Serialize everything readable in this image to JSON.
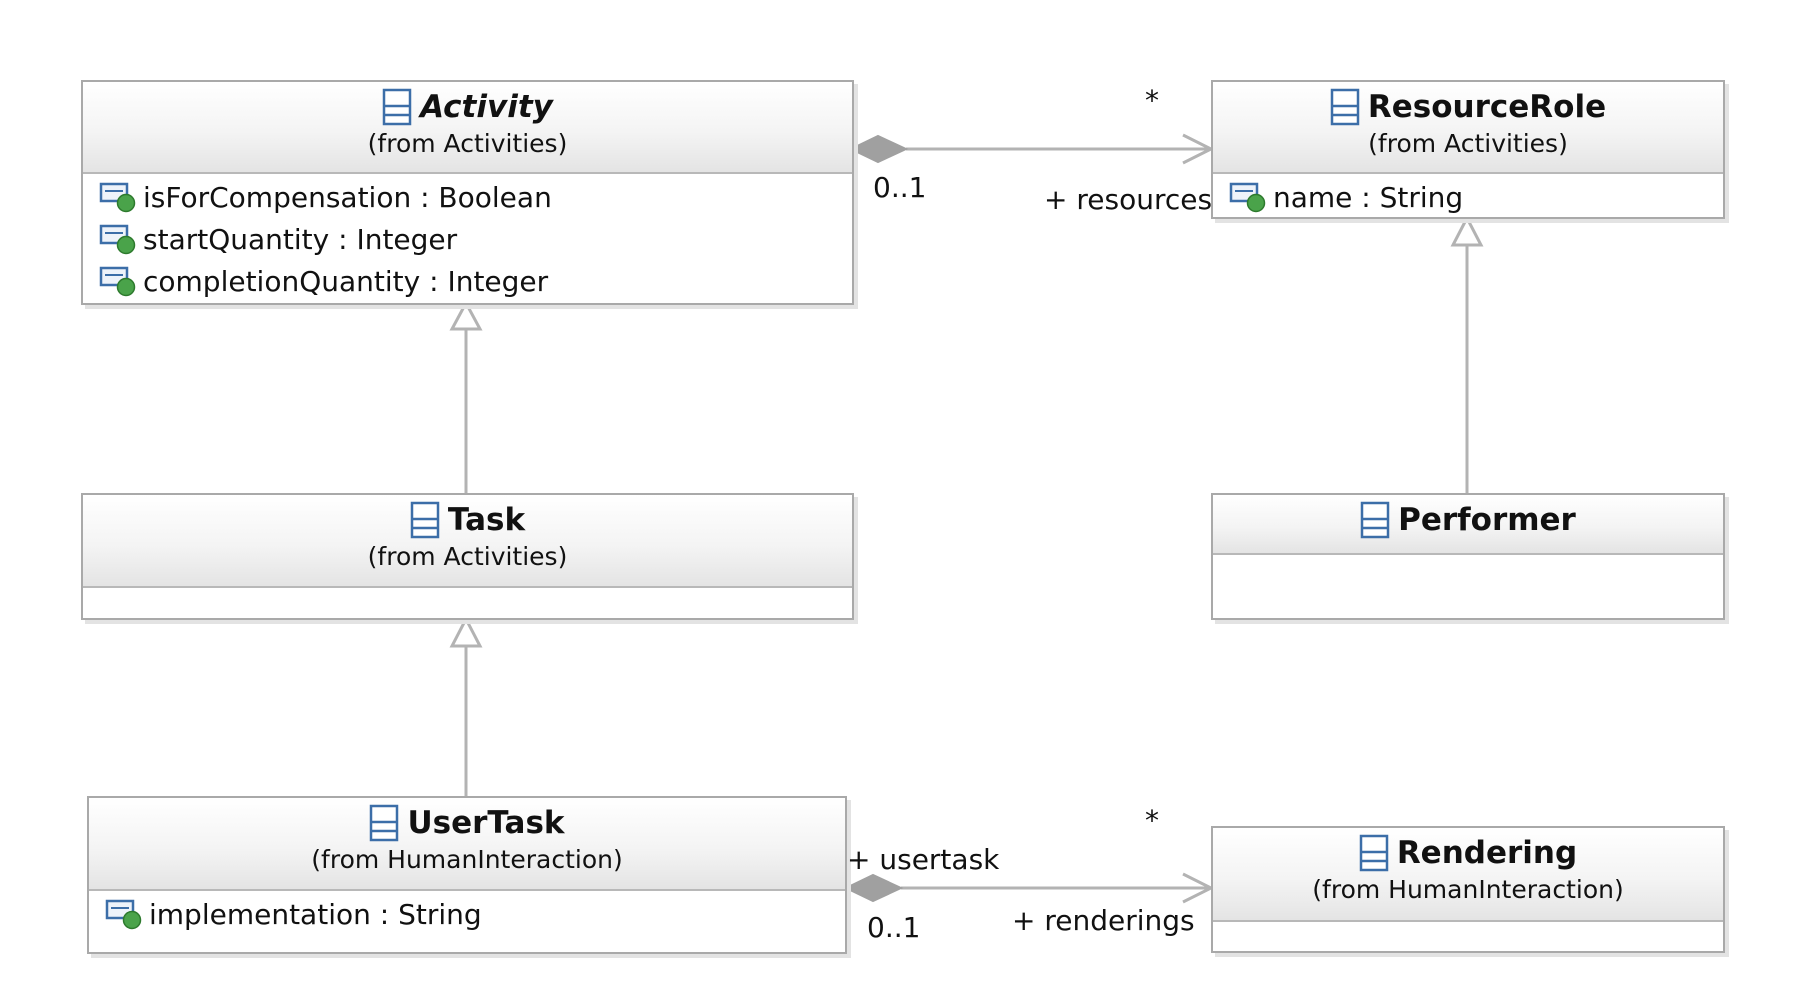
{
  "diagram": {
    "classes": {
      "activity": {
        "name": "Activity",
        "from": "(from Activities)",
        "attributes": [
          "isForCompensation : Boolean",
          "startQuantity : Integer",
          "completionQuantity : Integer"
        ]
      },
      "resource_role": {
        "name": "ResourceRole",
        "from": "(from Activities)",
        "attributes": [
          "name : String"
        ]
      },
      "task": {
        "name": "Task",
        "from": "(from Activities)"
      },
      "performer": {
        "name": "Performer"
      },
      "user_task": {
        "name": "UserTask",
        "from": "(from HumanInteraction)",
        "attributes": [
          "implementation : String"
        ]
      },
      "rendering": {
        "name": "Rendering",
        "from": "(from HumanInteraction)"
      }
    },
    "associations": {
      "activity_resources": {
        "source_multiplicity": "0..1",
        "target_multiplicity": "*",
        "target_role": "+ resources"
      },
      "usertask_renderings": {
        "source_role": "+ usertask",
        "source_multiplicity": "0..1",
        "target_multiplicity": "*",
        "target_role": "+ renderings"
      }
    },
    "colors": {
      "line": "#b3b3b3",
      "border": "#a9a9a9",
      "class_icon": "#3c6ea8",
      "attribute_badge": "#4aa34a"
    }
  }
}
